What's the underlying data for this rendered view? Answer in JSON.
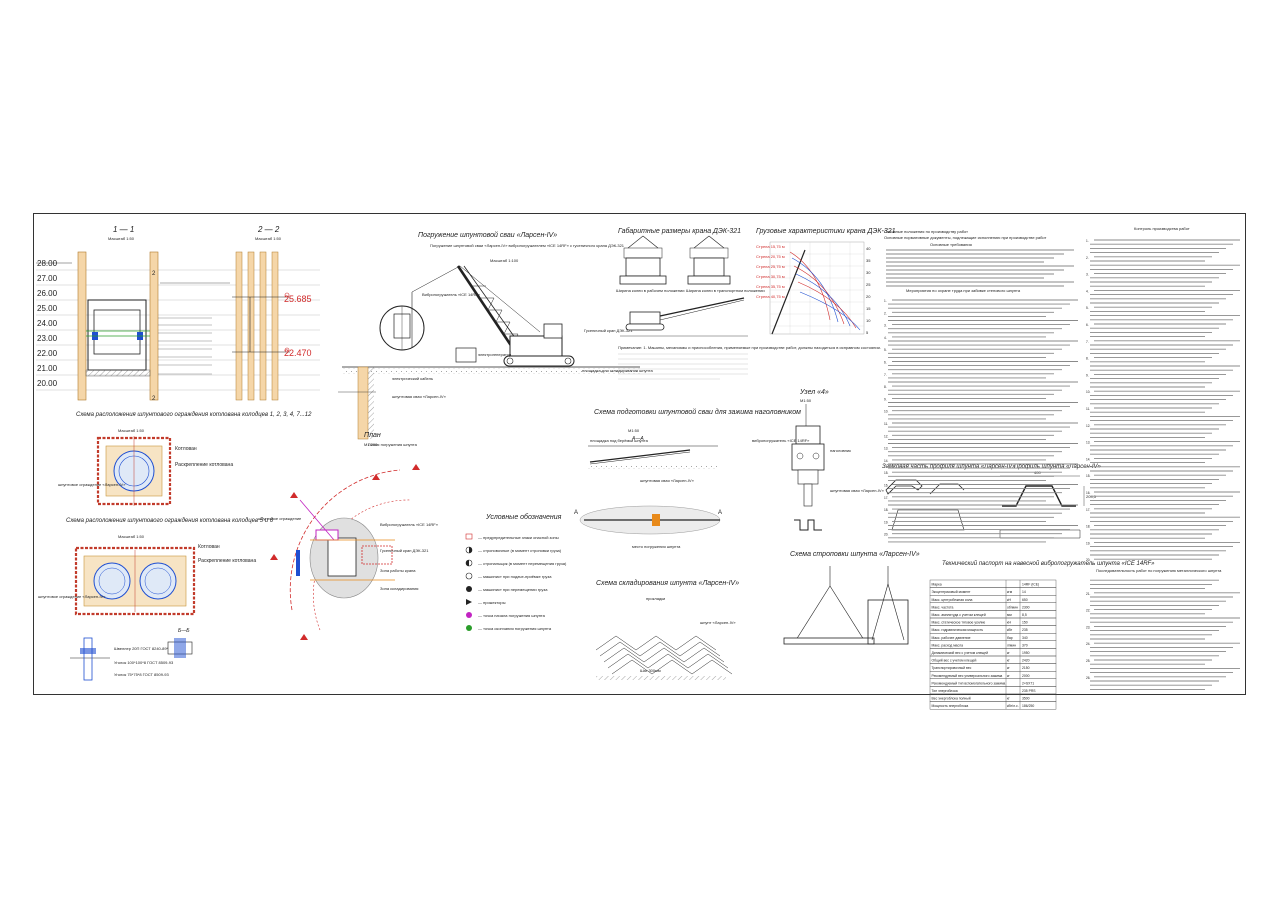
{
  "sections": {
    "sec11": {
      "title": "1 — 1",
      "scale": "Масштаб 1:50"
    },
    "sec22": {
      "title": "2 — 2",
      "scale": "Масштаб 1:50"
    },
    "levels": [
      "28.00",
      "27.00",
      "26.00",
      "25.00",
      "24.00",
      "23.00",
      "22.00",
      "21.00",
      "20.00"
    ],
    "mark_top": "25.685",
    "mark_bottom": "22.470",
    "scheme1_title": "Схема расположения шпунтового ограждения котлована колодцев 1, 2, 3, 4, 7...12",
    "scheme1_scale": "Масштаб 1:50",
    "scheme2_title": "Схема расположения шпунтового ограждения котлована колодцев 5 и 6",
    "scheme2_scale": "Масштаб 1:50",
    "kotlovan": "Котлован",
    "raskreplenie": "Раскрепление котлована",
    "shpunt_label": "шпунтовое ограждение «Ларсен-IV»",
    "node_labels": [
      "Швеллер 20П ГОСТ 8240-89*",
      "Уголок 100*100*8 ГОСТ 8509-93",
      "Уголок 75*75*8 ГОСТ 8509-93"
    ],
    "section_bb": "Б—Б"
  },
  "driving": {
    "title": "Погружение шпунтовой сваи «Ларсен-IV»",
    "subtitle": "Погружение шпунтовой сваи «Ларсен-IV» вибропогружателем «ICE 14RF» с гусеничного крана ДЭК-321",
    "scale": "Масштаб 1:100",
    "labels": [
      "Вибропогружатель «ICE 14RF»",
      "Гусеничный кран ДЭК-321",
      "электрогенератор",
      "электрический кабель",
      "шпунтовая свая «Ларсен-IV»",
      "площадка для складирования шпунта",
      "Линия погружения шпунта"
    ]
  },
  "plan": {
    "title": "План",
    "scale": "М1:200",
    "labels": [
      "Вибропогружатель «ICE 14RF»",
      "Гусеничный кран ДЭК-321",
      "Зона работы крана",
      "Зона складирования",
      "шпунтовое ограждение"
    ]
  },
  "legend": {
    "title": "Условные обозначения",
    "items": [
      "— предупредительные знаки опасной зоны",
      "— строповочные (в момент строповки груза)",
      "— стропальщик (в момент перемещения груза)",
      "— машинист при подаче-приёмке груза",
      "— машинист при перемещении груза",
      "— прожекторы",
      "— точка начала погружения шпунта",
      "— точка окончания погружения шпунта"
    ]
  },
  "dims": {
    "title": "Габаритные размеры крана ДЭК-321",
    "labels": [
      "Ширина колеи в рабочем положении",
      "Ширина колеи в транспортном положении"
    ],
    "note": "Примечание: 1. Машины, механизмы и приспособления, применяемые при производстве работ, должны находиться в исправном состоянии."
  },
  "load": {
    "title": "Грузовые характеристики крана ДЭК-321",
    "booms": [
      "Стрела 15,75 м",
      "Стрела 20,75 м",
      "Стрела 25,75 м",
      "Стрела 30,75 м",
      "Стрела 35,75 м",
      "Стрела 40,75 м"
    ],
    "y_axis": [
      "40",
      "35",
      "30",
      "25",
      "20",
      "15",
      "10",
      "5"
    ]
  },
  "prep": {
    "title": "Схема подготовки шпунтовой сваи для зажима наголовником",
    "scale": "М1:50",
    "section": "А—А",
    "labels": [
      "площадка под берёмки шпунта",
      "шпунтовая свая «Ларсен-IV»",
      "место погружения шпунта"
    ]
  },
  "storage": {
    "title": "Схема складирования шпунта «Ларсен-IV»",
    "labels": [
      "прокладки",
      "шпунт «Ларсен-IV»",
      "Шаг 300мм"
    ]
  },
  "node4": {
    "title": "Узел «4»",
    "scale": "М1:50",
    "labels": [
      "вибропогружатель «ICE 14RF»",
      "наголовник",
      "шпунтовая свая «Ларсен-IV»"
    ]
  },
  "lock": {
    "title": "Замковая часть профиля шпунта «Ларсен-IV»"
  },
  "profile": {
    "title": "Профиль шпунта «Ларсен-IV»",
    "width": "400",
    "height": "204,5"
  },
  "sling": {
    "title": "Схема строповки шпунта «Ларсен-IV»"
  },
  "spec": {
    "title": "Технический паспорт на навесной вибропогружатель шпунта «ICE 14RF»",
    "header": [
      "Марка",
      "14RF (ICE)"
    ],
    "rows": [
      [
        "Эксцентриковый момент",
        "кгм",
        "14"
      ],
      [
        "Макс. центробежная сила",
        "кН",
        "650"
      ],
      [
        "Макс. частота",
        "об/мин",
        "2300"
      ],
      [
        "Макс. амплитуда с учетом клещей",
        "мм",
        "8,5"
      ],
      [
        "Макс. статическое тяговое усилие",
        "кН",
        "150"
      ],
      [
        "Макс. гидравлическая мощность",
        "кВт",
        "235"
      ],
      [
        "Макс. рабочее давление",
        "бар",
        "340"
      ],
      [
        "Макс. расход масла",
        "л/мин",
        "370"
      ],
      [
        "Динамический вес с учетом клещей",
        "кг",
        "1950"
      ],
      [
        "Общий вес с учетом клещей",
        "кг",
        "2420"
      ],
      [
        "Транспортировочный вес",
        "кг",
        "2150"
      ],
      [
        "Рекомендуемый вес универсального зажима",
        "кг",
        "2000"
      ],
      [
        "Рекомендуемый тип вспомогательного зажима",
        "",
        "2×SX71"
      ],
      [
        "Тип энергоблока",
        "",
        "235 PRS"
      ],
      [
        "Вес энергоблока полный",
        "кг",
        "3500"
      ],
      [
        "Мощность энергоблока",
        "кВт/л.с.",
        "186/250"
      ]
    ]
  },
  "notes": {
    "col1_title": "Основные положения по производству работ",
    "col1_sub": "Основные нормативные документы, подлежащие исполнению при производстве работ",
    "col1_sub2": "Основные требования",
    "col1_sub3": "Мероприятия по охране труда при забивке стенового шпунта",
    "col2_title": "Контроль производства работ",
    "col2_sub": "Последовательность работ по погружению металлического шпунта",
    "numbers": [
      "1.",
      "2.",
      "3.",
      "4.",
      "5.",
      "6.",
      "7.",
      "8.",
      "9.",
      "10.",
      "11.",
      "12.",
      "13.",
      "14.",
      "15.",
      "16.",
      "17.",
      "18.",
      "19.",
      "20.",
      "21.",
      "22.",
      "23.",
      "24.",
      "25.",
      "26.",
      "27."
    ]
  },
  "colors": {
    "blue": "#1f4fd1",
    "red": "#d12b2b",
    "orange": "#e88a1a",
    "magenta": "#c224c2",
    "line": "#222222"
  }
}
